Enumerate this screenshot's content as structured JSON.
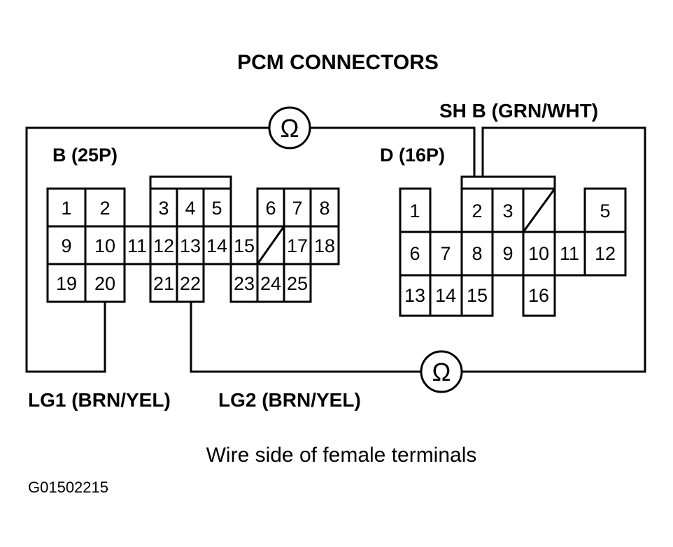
{
  "title": "PCM CONNECTORS",
  "connector_b": {
    "label": "B (25P)",
    "pins": [
      "1",
      "2",
      "3",
      "4",
      "5",
      "6",
      "7",
      "8",
      "9",
      "10",
      "11",
      "12",
      "13",
      "14",
      "15",
      "17",
      "18",
      "19",
      "20",
      "21",
      "22",
      "23",
      "24",
      "25"
    ]
  },
  "connector_d": {
    "label": "D (16P)",
    "pins": [
      "1",
      "2",
      "3",
      "5",
      "6",
      "7",
      "8",
      "9",
      "10",
      "11",
      "12",
      "13",
      "14",
      "15",
      "16"
    ]
  },
  "labels": {
    "shb": "SH B (GRN/WHT)",
    "lg1": "LG1 (BRN/YEL)",
    "lg2": "LG2 (BRN/YEL)"
  },
  "meter_symbol": "Ω",
  "caption": "Wire side of female terminals",
  "figure_id": "G01502215"
}
